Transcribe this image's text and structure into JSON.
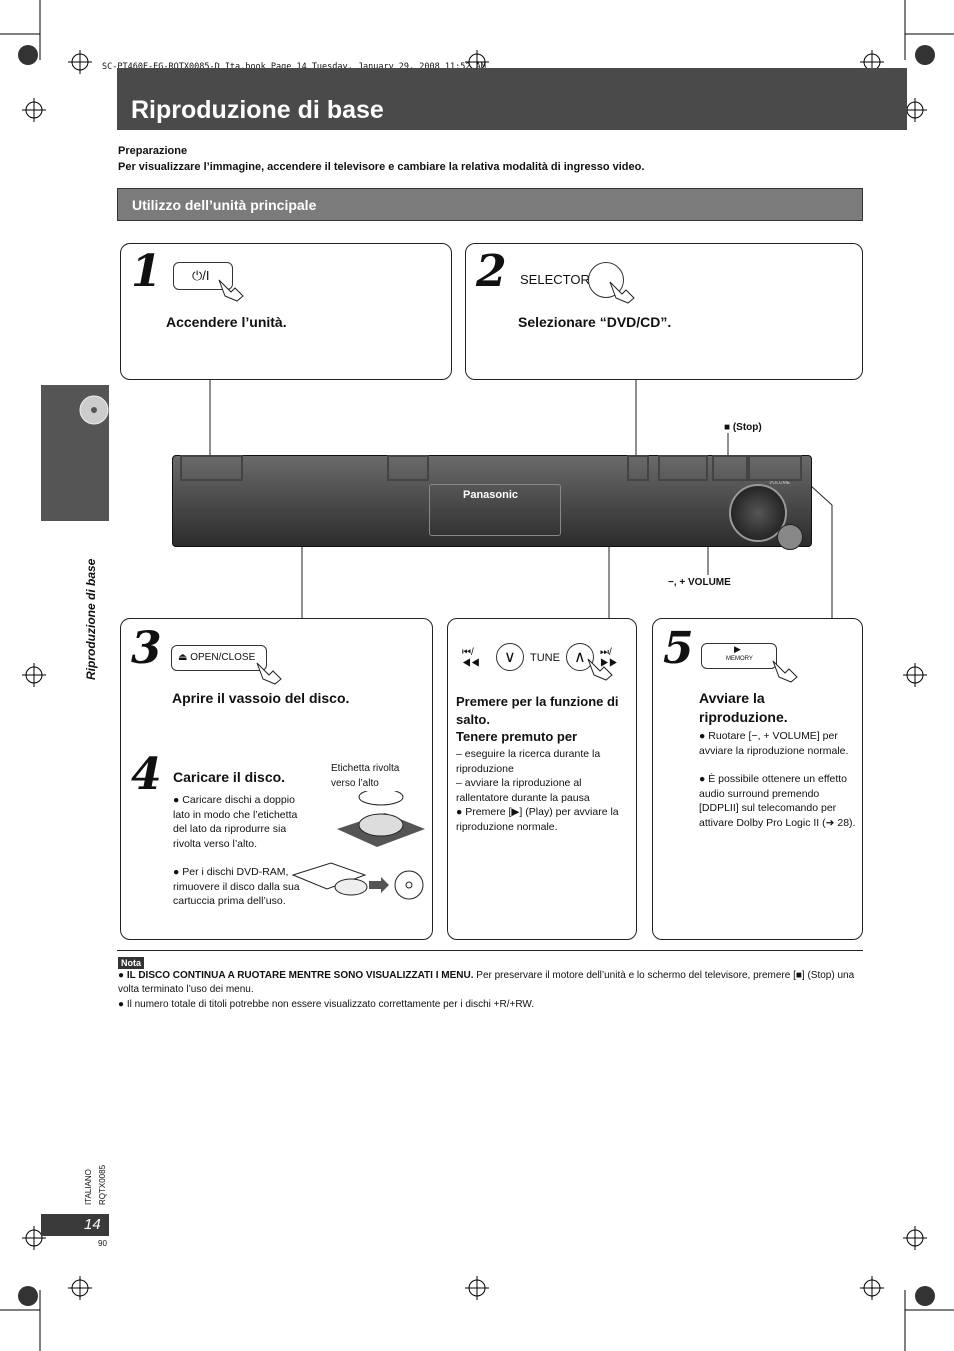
{
  "file_header": "SC-PT460E-EG-RQTX0085-D_Ita.book  Page 14  Tuesday, January 29, 2008  11:52 AM",
  "page_title": "Riproduzione di base",
  "preparation": {
    "heading": "Preparazione",
    "text": "Per visualizzare l’immagine, accendere il televisore e cambiare la relativa modalità di ingresso video."
  },
  "section_title": "Utilizzo dell’unità principale",
  "side_label": "Riproduzione di base",
  "steps": {
    "s1": {
      "num": "1",
      "button": "⏻/I",
      "label": "Accendere l’unità."
    },
    "s2": {
      "num": "2",
      "button": "SELECTOR",
      "label": "Selezionare “DVD/CD”."
    },
    "s3": {
      "num": "3",
      "button": "⏏ OPEN/CLOSE",
      "label": "Aprire il vassoio del disco."
    },
    "s4": {
      "num": "4",
      "label": "Caricare il disco.",
      "label_note": "Etichetta rivolta verso l’alto",
      "bullet1": "Caricare dischi a doppio lato in modo che l’etichetta del lato da riprodurre sia rivolta verso l’alto.",
      "bullet2": "Per i dischi DVD-RAM, rimuovere il disco dalla sua cartuccia prima dell’uso."
    },
    "skip": {
      "prev": "⏮/◀◀",
      "tune": "TUNE",
      "next": "⏭/▶▶",
      "label1": "Premere per la funzione di salto.",
      "label2": "Tenere premuto per",
      "item1": "– eseguire la ricerca durante la riproduzione",
      "item2": "– avviare la riproduzione al rallentatore durante la pausa",
      "bullet": "Premere [▶] (Play) per avviare la riproduzione normale."
    },
    "s5": {
      "num": "5",
      "button_top": "▶",
      "button_bottom": "MEMORY",
      "label": "Avviare la riproduzione.",
      "bullet1": "Ruotare [−, + VOLUME] per avviare la riproduzione normale.",
      "bullet2": "È possibile ottenere un effetto audio surround premendo [DDPLII] sul telecomando per attivare Dolby Pro Logic II (➜ 28)."
    }
  },
  "device": {
    "brand": "Panasonic",
    "stop_label": "■ (Stop)",
    "volume_label": "−, +  VOLUME",
    "volume_small": "VOLUME"
  },
  "nota": {
    "tag": "Nota",
    "line1_bold": "IL DISCO CONTINUA A RUOTARE MENTRE SONO VISUALIZZATI I MENU.",
    "line1_rest": " Per preservare il motore dell’unità e lo schermo del televisore, premere [■] (Stop) una volta terminato l’uso dei menu.",
    "line2": "Il numero totale di titoli potrebbe non essere visualizzato correttamente per i dischi +R/+RW."
  },
  "footer": {
    "language": "ITALIANO",
    "code": "RQTX0085",
    "page": "14",
    "sheet": "90"
  }
}
